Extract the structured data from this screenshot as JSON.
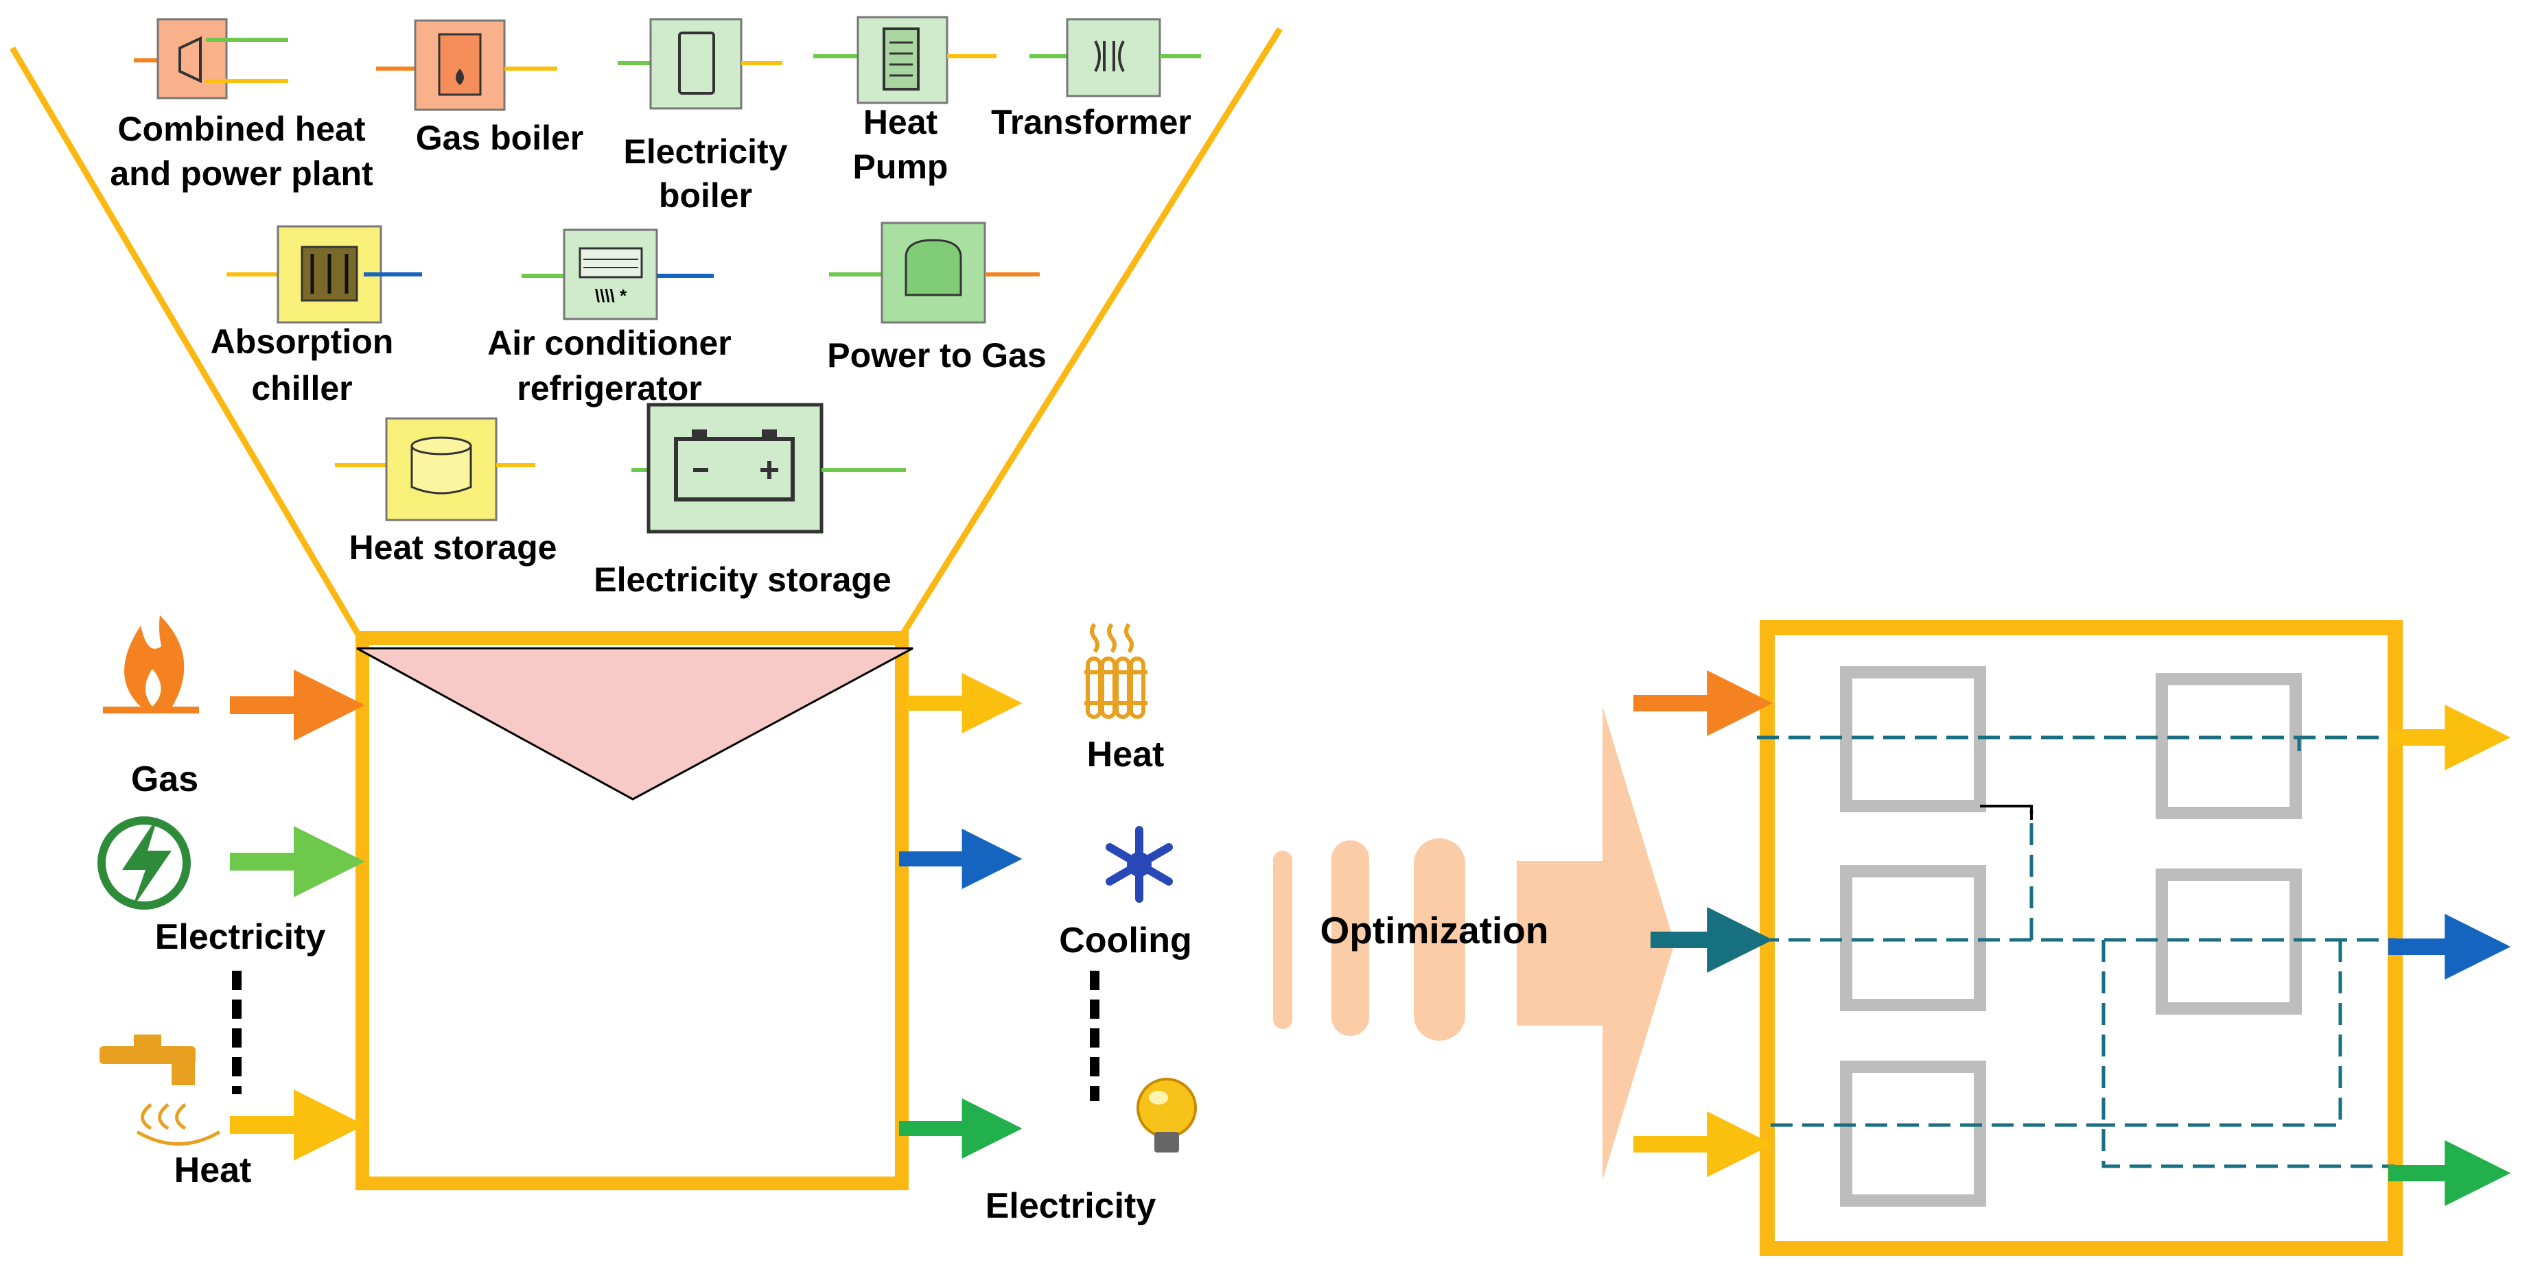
{
  "components": {
    "chp": {
      "label_line1": "Combined heat",
      "label_line2": "and power plant"
    },
    "gas_boiler": {
      "label": "Gas boiler"
    },
    "electricity_boiler": {
      "label_line1": "Electricity",
      "label_line2": "boiler"
    },
    "heat_pump": {
      "label_line1": "Heat",
      "label_line2": "Pump"
    },
    "transformer": {
      "label": "Transformer"
    },
    "absorption_chiller": {
      "label_line1": "Absorption",
      "label_line2": "chiller"
    },
    "air_conditioner": {
      "label_line1": "Air conditioner",
      "label_line2": "refrigerator"
    },
    "power_to_gas": {
      "label": "Power to Gas"
    },
    "heat_storage": {
      "label": "Heat storage"
    },
    "electricity_storage": {
      "label": "Electricity storage"
    }
  },
  "inputs": [
    {
      "label": "Gas",
      "icon": "flame-icon",
      "color": "#F58220"
    },
    {
      "label": "Electricity",
      "icon": "lightning-icon",
      "color": "#6DC84B"
    },
    {
      "label": "Heat",
      "icon": "faucet-icon",
      "color": "#FBBF0E"
    }
  ],
  "outputs": [
    {
      "label": "Heat",
      "icon": "radiator-icon",
      "color": "#FBBF0E"
    },
    {
      "label": "Cooling",
      "icon": "snowflake-icon",
      "color": "#1565C0"
    },
    {
      "label": "Electricity",
      "icon": "lightbulb-icon",
      "color": "#21B04B"
    }
  ],
  "optimization": {
    "label": "Optimization"
  },
  "colors": {
    "frame": "#FBB812",
    "gas": "#F58220",
    "electricity": "#6DC84B",
    "heat": "#FBBF0E",
    "cooling": "#1565C0",
    "electricity_out": "#21B04B",
    "funnel": "#F7C9C7",
    "optimization_arrow": "#FBCCA6",
    "network_line": "#1A6E82",
    "network_box": "#BDBDBD"
  }
}
